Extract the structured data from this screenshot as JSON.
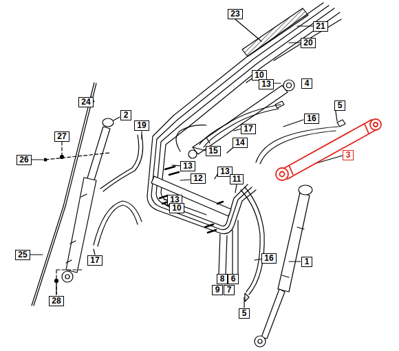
{
  "diagram": {
    "nodes": [
      {
        "text": [
          "23"
        ]
      },
      {
        "text": [
          "21"
        ]
      },
      {
        "text": [
          "20"
        ]
      },
      {
        "text": [
          "10"
        ]
      },
      {
        "text": [
          "13"
        ]
      },
      {
        "text": [
          "4"
        ]
      },
      {
        "text": [
          "24"
        ]
      },
      {
        "text": [
          "5"
        ]
      },
      {
        "text": [
          "2"
        ]
      },
      {
        "text": [
          "16"
        ]
      },
      {
        "text": [
          "19"
        ]
      },
      {
        "text": [
          "17"
        ]
      },
      {
        "text": [
          "27"
        ]
      },
      {
        "text": [
          "14"
        ]
      },
      {
        "text": [
          "15"
        ]
      },
      {
        "text": [
          "3"
        ]
      },
      {
        "text": [
          "26"
        ]
      },
      {
        "text": [
          "13"
        ]
      },
      {
        "text": [
          "13"
        ]
      },
      {
        "text": [
          "11"
        ]
      },
      {
        "text": [
          "12"
        ]
      },
      {
        "text": [
          "13"
        ]
      },
      {
        "text": [
          "10"
        ]
      },
      {
        "text": [
          "25"
        ]
      },
      {
        "text": [
          "17"
        ]
      },
      {
        "text": [
          "16"
        ]
      },
      {
        "text": [
          "1"
        ]
      },
      {
        "text": [
          "8"
        ]
      },
      {
        "text": [
          "6"
        ]
      },
      {
        "text": [
          "9"
        ]
      },
      {
        "text": [
          "7"
        ]
      },
      {
        "text": [
          "28"
        ]
      },
      {
        "text": [
          "5"
        ]
      }
    ]
  }
}
